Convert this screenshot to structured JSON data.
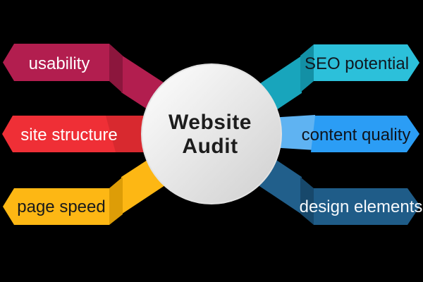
{
  "background_color": "#000000",
  "center": {
    "title_line1": "Website",
    "title_line2": "Audit",
    "text_color": "#1d1d1d",
    "fill_from": "#ffffff",
    "fill_to": "#cfcfcf",
    "stroke_color": "#e2e2e2"
  },
  "items": [
    {
      "label": "usability",
      "side": "left",
      "position": "top",
      "color": "#b21e4f",
      "fold_color": "#8c163d",
      "ribbon_color": "#b21e4f",
      "text_color": "#ffffff"
    },
    {
      "label": "site structure",
      "side": "left",
      "position": "middle",
      "color": "#ef2f36",
      "fold_color": "#d8292f",
      "ribbon_color": "#d8292f",
      "text_color": "#ffffff"
    },
    {
      "label": "page speed",
      "side": "left",
      "position": "bottom",
      "color": "#fdb714",
      "fold_color": "#dd9d07",
      "ribbon_color": "#fdb714",
      "text_color": "#1a1a1a"
    },
    {
      "label": "SEO potential",
      "side": "right",
      "position": "top",
      "color": "#2cc0da",
      "fold_color": "#1390a5",
      "ribbon_color": "#18a5bc",
      "text_color": "#101820"
    },
    {
      "label": "content quality",
      "side": "right",
      "position": "middle",
      "color": "#2b9df5",
      "fold_color": "#5fb3f2",
      "ribbon_color": "#5fb3f2",
      "text_color": "#0f141c"
    },
    {
      "label": "design elements",
      "side": "right",
      "position": "bottom",
      "color": "#1f5c88",
      "fold_color": "#17486b",
      "ribbon_color": "#215f8b",
      "text_color": "#f5f8fb"
    }
  ]
}
